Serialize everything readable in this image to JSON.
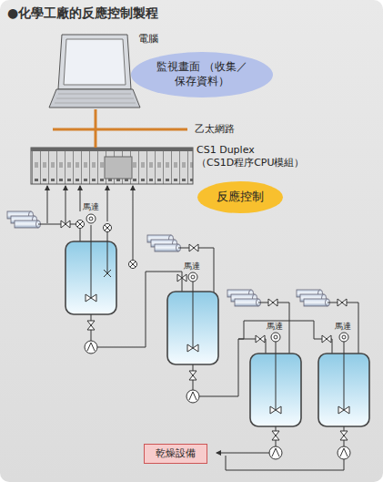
{
  "diagram": {
    "title": "●化學工廠的反應控制製程",
    "nodes": [
      {
        "text": [
          "電腦"
        ]
      },
      {
        "text": [
          "監視畫面 （收集／保存資料）"
        ]
      },
      {
        "text": [
          "CS1 Duplex （CS1D程序CPU模組）"
        ]
      },
      {
        "text": [
          "反應控制"
        ]
      },
      {
        "text": [
          "乾燥設備"
        ]
      }
    ],
    "edges": [
      {
        "from": 0,
        "to": 2,
        "label": "乙太網路",
        "arrow": "none"
      }
    ],
    "labels": [
      "馬達",
      "馬達",
      "馬達",
      "馬達"
    ]
  }
}
